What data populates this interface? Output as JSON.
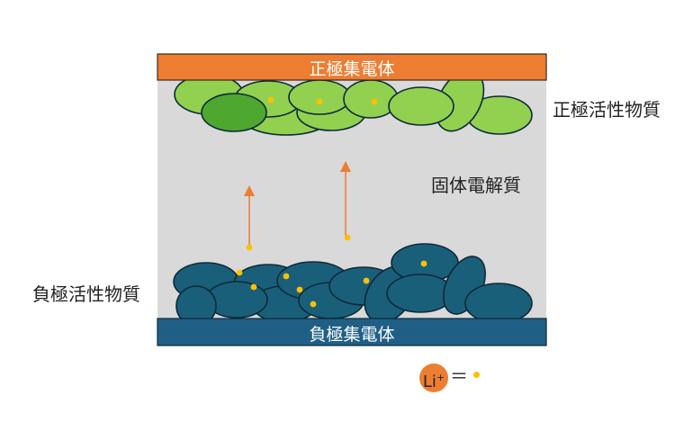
{
  "labels": {
    "cathode_collector": "正極集電体",
    "anode_collector": "負極集電体",
    "cathode_active": "正極活性物質",
    "solid_electrolyte": "固体電解質",
    "anode_active": "負極活性物質"
  },
  "legend": {
    "ion_base": "Li",
    "ion_charge": "+",
    "equals": "＝"
  },
  "colors": {
    "electrolyte": "#d9d9d9",
    "cathode_collector": "#ed7d31",
    "anode_collector": "#1f5f86",
    "cathode_particle": "#92d050",
    "cathode_particle_dark": "#4ea72e",
    "anode_particle": "#1a5f7a",
    "outline": "#0d2a38",
    "li_ion": "#ffc000",
    "arrow": "#ed7d31",
    "legend_circle": "#ed7d31"
  }
}
